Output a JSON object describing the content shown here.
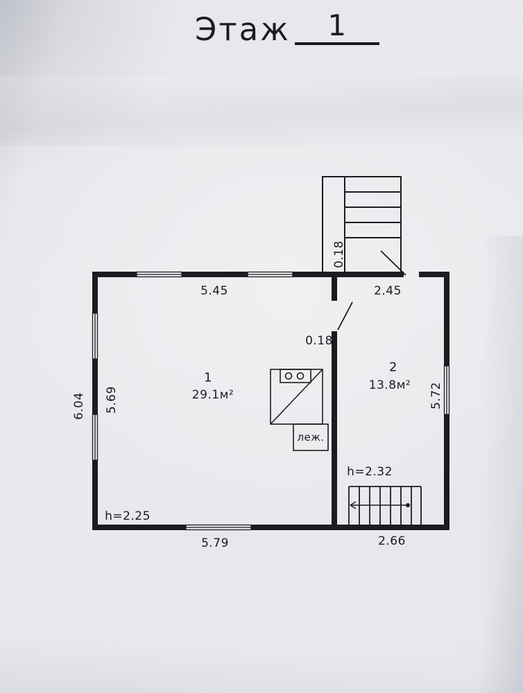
{
  "colors": {
    "ink": "#1b1b20",
    "paper": "#e9eaed"
  },
  "title": {
    "label": "Этаж",
    "number": "1"
  },
  "rooms": {
    "room1": {
      "number": "1",
      "area": "29.1м²",
      "ceiling_height": "h=2.25"
    },
    "room2": {
      "number": "2",
      "area": "13.8м²",
      "ceiling_height": "h=2.32"
    }
  },
  "dimensions": {
    "top_wall_left": "5.45",
    "top_wall_right": "2.45",
    "entry_wall_thickness": "0.18",
    "partition_thickness": "0.18",
    "left_wall_outer": "6.04",
    "left_wall_inner": "5.69",
    "right_wall_inner": "5.72",
    "bottom_wall_left": "5.79",
    "bottom_wall_right": "2.66"
  },
  "furniture": {
    "stove_bench_label": "леж."
  }
}
